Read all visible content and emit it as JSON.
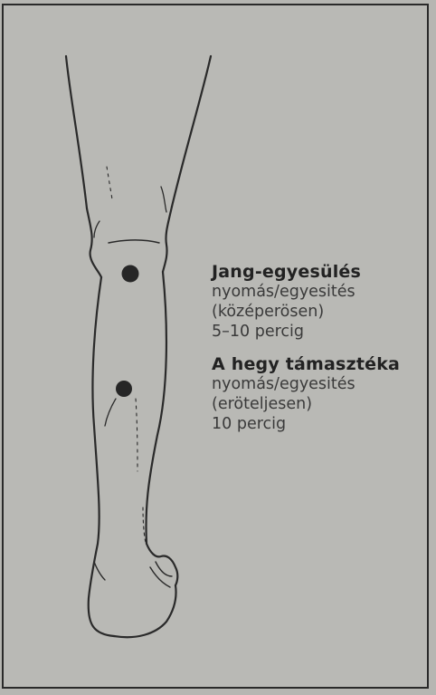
{
  "points": [
    {
      "title": "Jang-egyesülés",
      "lines": [
        "nyomás/egyesités",
        "(középerösen)",
        "5–10 percig"
      ]
    },
    {
      "title": "A hegy támasztéka",
      "lines": [
        "nyomás/egyesités",
        "(eröteljesen)",
        "10 percig"
      ]
    }
  ],
  "colors": {
    "background": "#b9b9b5",
    "ink": "#2b2b2b",
    "marker": "#262626"
  }
}
